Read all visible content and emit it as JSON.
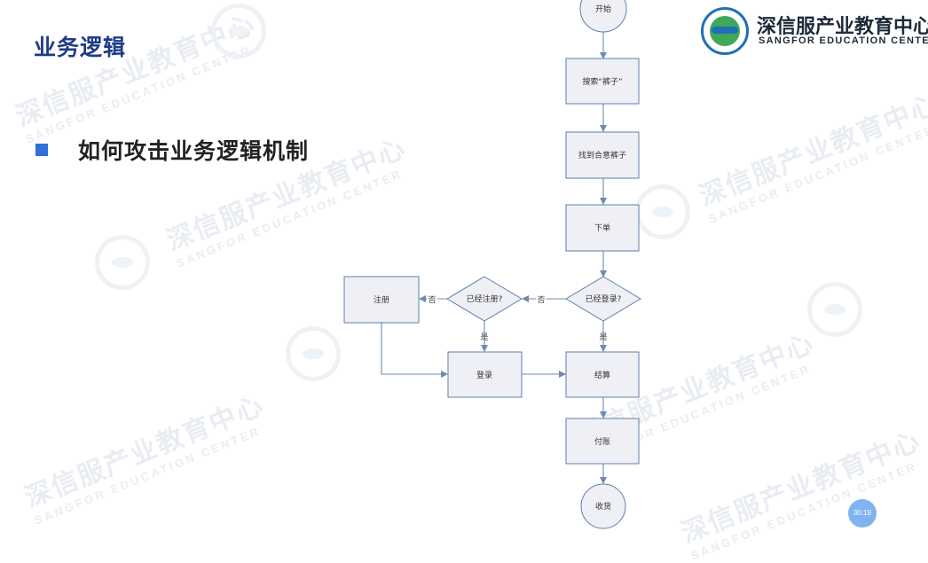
{
  "slide": {
    "title": "业务逻辑",
    "bullet": "如何攻击业务逻辑机制"
  },
  "brand": {
    "cn": "深信服产业教育中心",
    "en": "SANGFOR EDUCATION CENTER"
  },
  "watermark": {
    "cn": "深信服产业教育中心",
    "en": "SANGFOR EDUCATION CENTER"
  },
  "flowchart": {
    "nodes": {
      "start": "开始",
      "search": "搜索“裤子”",
      "find": "找到合意裤子",
      "order": "下单",
      "loggedin": "已经登录?",
      "registered": "已经注册?",
      "register": "注册",
      "login": "登录",
      "checkout": "结算",
      "pay": "付账",
      "receive": "收货"
    },
    "labels": {
      "no": "否",
      "yes": "是"
    }
  },
  "timer": "30:19",
  "colors": {
    "title": "#1f3c88",
    "bullet": "#2e6fd8",
    "node_fill": "#eef0f6",
    "edge": "#6b8bb5"
  }
}
